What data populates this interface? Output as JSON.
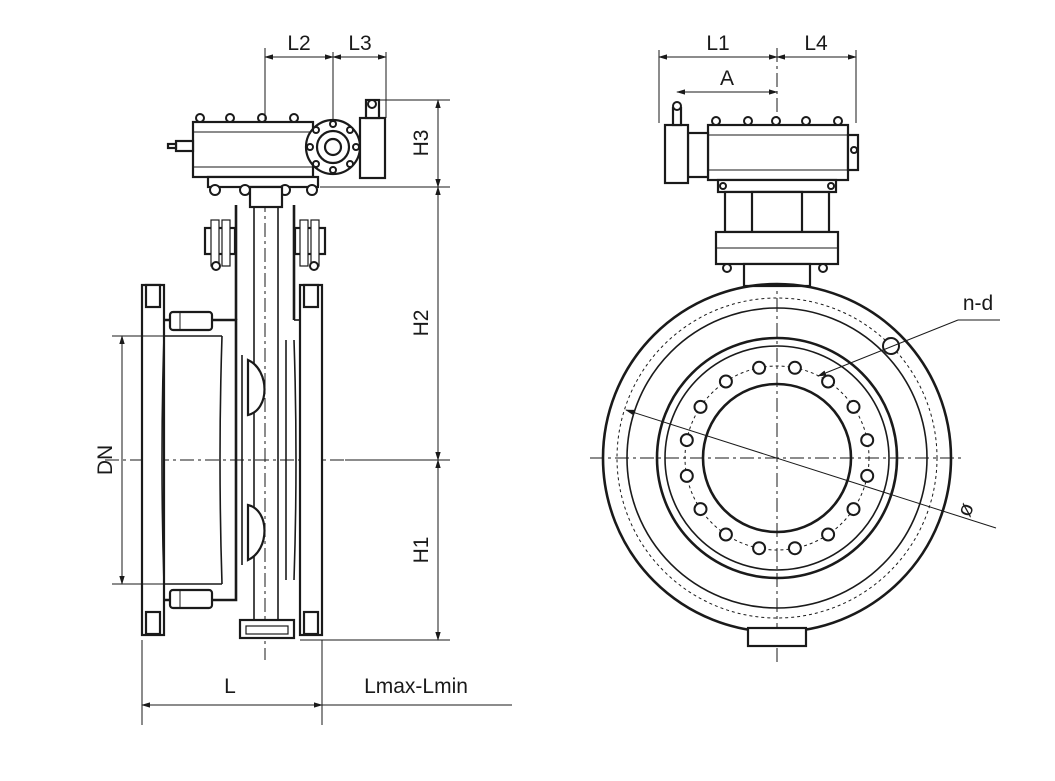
{
  "diagram": {
    "side_view": {
      "labels": {
        "L2": "L2",
        "L3": "L3",
        "H3": "H3",
        "H2": "H2",
        "H1": "H1",
        "DN": "DN",
        "L": "L",
        "Lmax_Lmin": "Lmax-Lmin"
      }
    },
    "front_view": {
      "labels": {
        "L1": "L1",
        "L4": "L4",
        "A": "A",
        "n_d": "n-d",
        "phi": "ø"
      },
      "bolt_circle_holes": 16
    }
  }
}
